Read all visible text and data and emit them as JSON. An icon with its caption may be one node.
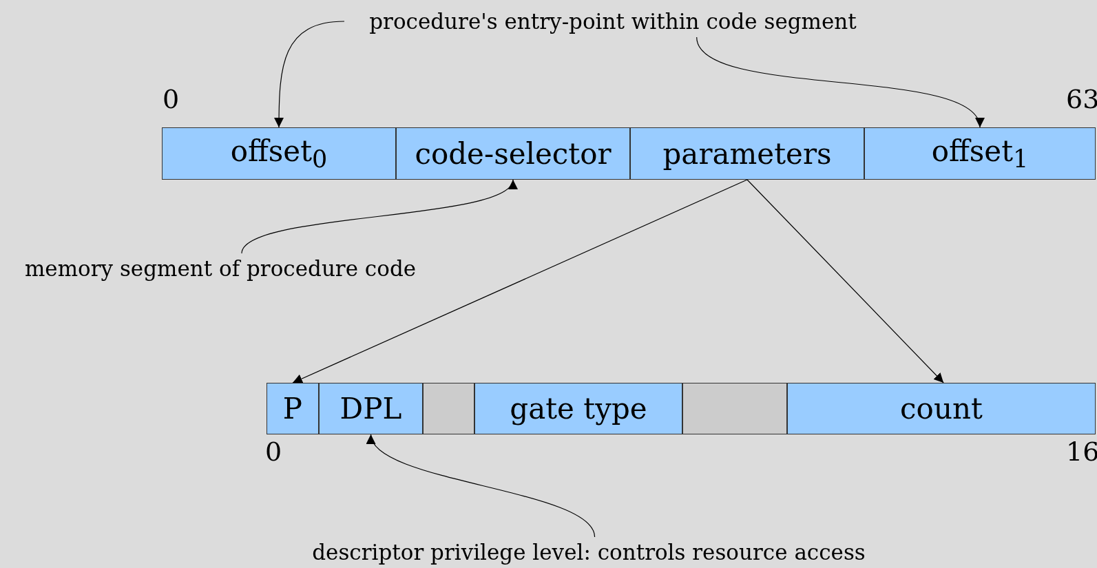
{
  "diagram": {
    "nodes": [
      {
        "text": [
          "procedure's entry-point within code segment"
        ]
      },
      {
        "text": [
          "offset$_{0}$"
        ]
      },
      {
        "text": [
          "code-selector"
        ]
      },
      {
        "text": [
          "parameters"
        ]
      },
      {
        "text": [
          "offset$_{1}$"
        ]
      },
      {
        "text": [
          "memory segment of procedure code"
        ]
      },
      {
        "text": [
          "P"
        ]
      },
      {
        "text": [
          "DPL"
        ]
      },
      {
        "text": [],
        "shape": "box"
      },
      {
        "text": [
          "gate type"
        ]
      },
      {
        "text": [],
        "shape": "box"
      },
      {
        "text": [
          "count"
        ]
      },
      {
        "text": [
          "descriptor privilege level: controls resource access"
        ]
      }
    ],
    "edges": [
      {
        "from": 0,
        "to": 1,
        "arrow": "to"
      },
      {
        "from": 0,
        "to": 4,
        "arrow": "to"
      },
      {
        "from": 5,
        "to": 2,
        "arrow": "to"
      },
      {
        "from": 3,
        "to": 6,
        "arrow": "to"
      },
      {
        "from": 3,
        "to": 11,
        "arrow": "to"
      },
      {
        "from": 12,
        "to": 7,
        "arrow": "to"
      }
    ],
    "labels": [
      "0",
      "63",
      "0",
      "16"
    ]
  }
}
